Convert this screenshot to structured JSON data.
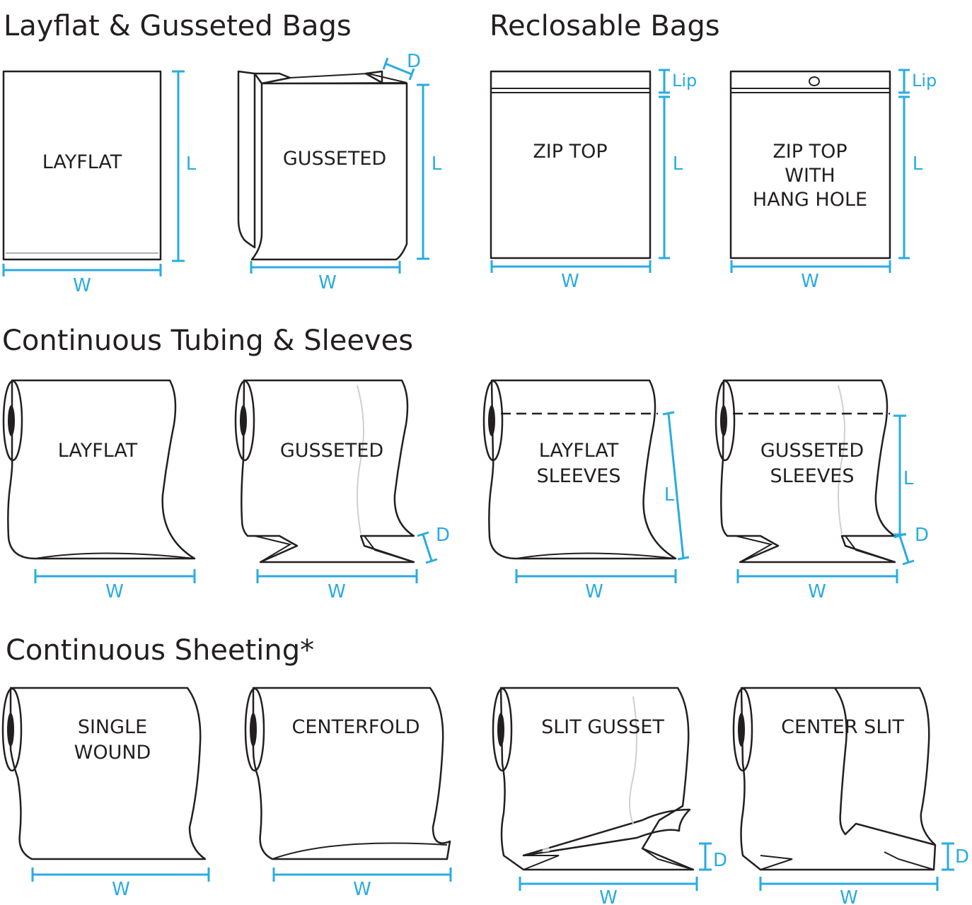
{
  "colors": {
    "outline": "#231f20",
    "dimension": "#29abe2",
    "film": "#e6e6e6"
  },
  "sections": {
    "layflat_gusseted_bags": "Layflat & Gusseted Bags",
    "reclosable_bags": "Reclosable Bags",
    "tubing_sleeves": "Continuous Tubing & Sleeves",
    "sheeting": "Continuous Sheeting*"
  },
  "bags": {
    "layflat": {
      "label": "LAYFLAT",
      "w": "W",
      "l": "L"
    },
    "gusseted": {
      "label": "GUSSETED",
      "w": "W",
      "l": "L",
      "d": "D"
    },
    "zip_top": {
      "label": "ZIP TOP",
      "w": "W",
      "l": "L",
      "lip": "Lip"
    },
    "zip_hang": {
      "label_lines": [
        "ZIP TOP",
        "WITH",
        "HANG HOLE"
      ],
      "w": "W",
      "l": "L",
      "lip": "Lip"
    }
  },
  "tubing": {
    "layflat": {
      "label": "LAYFLAT",
      "w": "W"
    },
    "gusseted": {
      "label": "GUSSETED",
      "w": "W",
      "d": "D"
    },
    "layflat_sleeves": {
      "label_lines": [
        "LAYFLAT",
        "SLEEVES"
      ],
      "w": "W",
      "l": "L"
    },
    "gusseted_sleeves": {
      "label_lines": [
        "GUSSETED",
        "SLEEVES"
      ],
      "w": "W",
      "l": "L",
      "d": "D"
    }
  },
  "sheeting": {
    "single_wound": {
      "label_lines": [
        "SINGLE",
        "WOUND"
      ],
      "w": "W"
    },
    "centerfold": {
      "label": "CENTERFOLD",
      "w": "W"
    },
    "slit_gusset": {
      "label": "SLIT GUSSET",
      "w": "W",
      "d": "D"
    },
    "center_slit": {
      "label": "CENTER SLIT",
      "w": "W",
      "d": "D"
    }
  }
}
